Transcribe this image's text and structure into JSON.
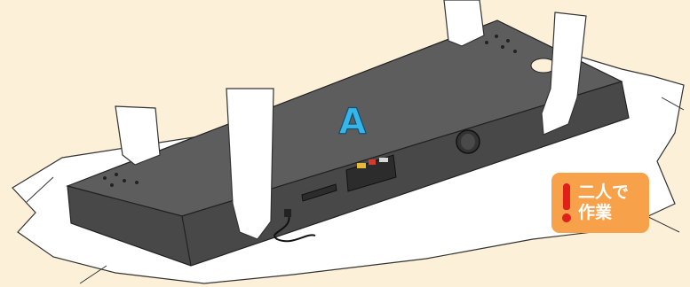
{
  "label_letter": "A",
  "callout": {
    "line1": "二人で",
    "line2": "作業"
  },
  "colors": {
    "background": "#fdf0d8",
    "speaker_top": "#5d5d5d",
    "speaker_front": "#4a4a4a",
    "letter_fill": "#35b6ea",
    "callout_bg": "#f7a24a",
    "warning_red": "#e0201b"
  },
  "icons": [
    "warning-exclamation-icon",
    "power-cord-icon"
  ]
}
